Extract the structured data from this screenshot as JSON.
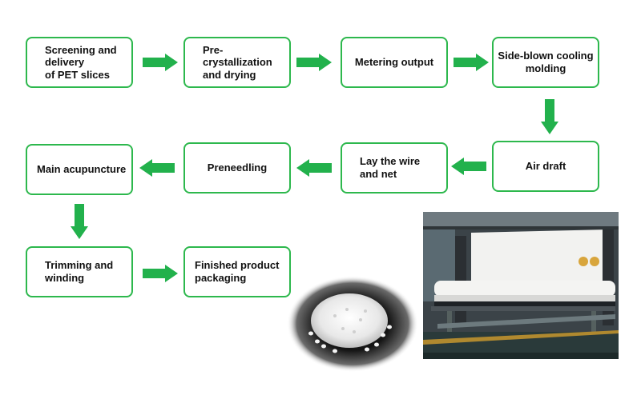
{
  "steps": {
    "screening": "Screening and\ndelivery\nof PET slices",
    "precrystallization": "Pre-crystallization\nand drying",
    "metering": "Metering output",
    "side_blown": "Side-blown cooling\nmolding",
    "air_draft": "Air draft",
    "lay_wire": "Lay the wire\nand net",
    "preneedling": "Preneedling",
    "main_acupuncture": "Main acupuncture",
    "trimming": "Trimming and\nwinding",
    "finished": "Finished product\npackaging"
  },
  "colors": {
    "box_border": "#2db84d",
    "arrow": "#22b14c",
    "text": "#111111"
  },
  "images": {
    "pellets": "PET pellets photo",
    "machine": "nonwoven production line photo"
  }
}
